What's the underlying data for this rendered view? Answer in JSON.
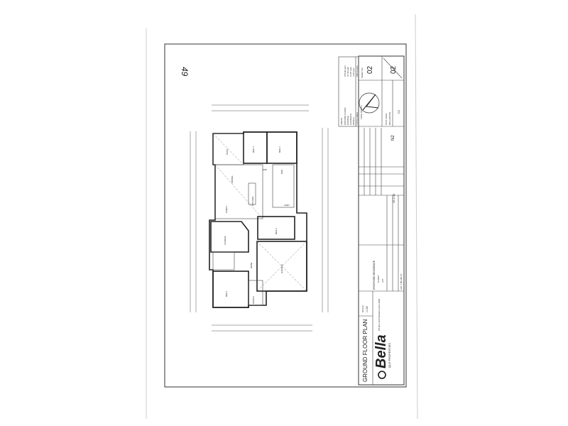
{
  "handwritten_note": "49",
  "areas": {
    "heading": "AREAS",
    "rows": [
      {
        "label": "GROUND FLOOR",
        "value": "165.82 sqm"
      },
      {
        "label": "GARAGE",
        "value": "37.40 sqm"
      },
      {
        "label": "ALFRESCO",
        "value": "11.87 sqm"
      },
      {
        "label": "PORCH",
        "value": "4.10 sqm"
      }
    ],
    "total_label": "TOTAL AREA",
    "total_value": "195.11 sqm"
  },
  "north_label": "TRUE NORTH",
  "sheet": {
    "label": "SHEET No.",
    "number": "02",
    "of": "02"
  },
  "plot": {
    "label": "PLOT DATE",
    "value": "ROLLESTON",
    "code": "N2",
    "c": "C2"
  },
  "project": {
    "heading": "PROPOSED RESIDENCE",
    "client": "CLIENT",
    "lot": "LOT",
    "address": "LOT 7 BE RD ST",
    "revision": "12.2.12"
  },
  "brand": {
    "name": "Bella",
    "tagline": "QLD PROPERTIES",
    "address": "PO Box 1234 Brisbane QLD 4000"
  },
  "drawing_title": "GROUND FLOOR PLAN",
  "scale": {
    "label": "SCALE",
    "value": "1:100"
  },
  "rooms": [
    "PATIO",
    "BED 4",
    "BED 3",
    "DINING",
    "KITCHEN",
    "FAMILY",
    "LOUNGE",
    "BED 2",
    "GARAGE",
    "BED 1",
    "PORCH",
    "WIR",
    "ENS",
    "LDRY",
    "ROBE"
  ]
}
